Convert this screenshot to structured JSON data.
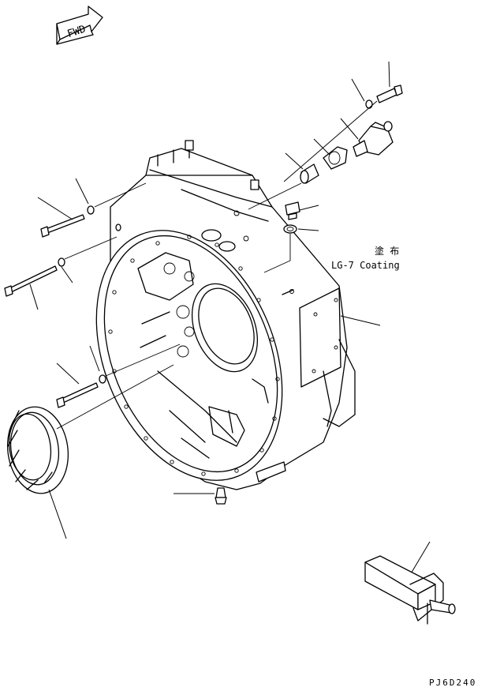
{
  "direction_label": "FWD",
  "note": {
    "japanese": "塗 布",
    "english": "LG-7 Coating"
  },
  "figure_code": "PJ6D240"
}
